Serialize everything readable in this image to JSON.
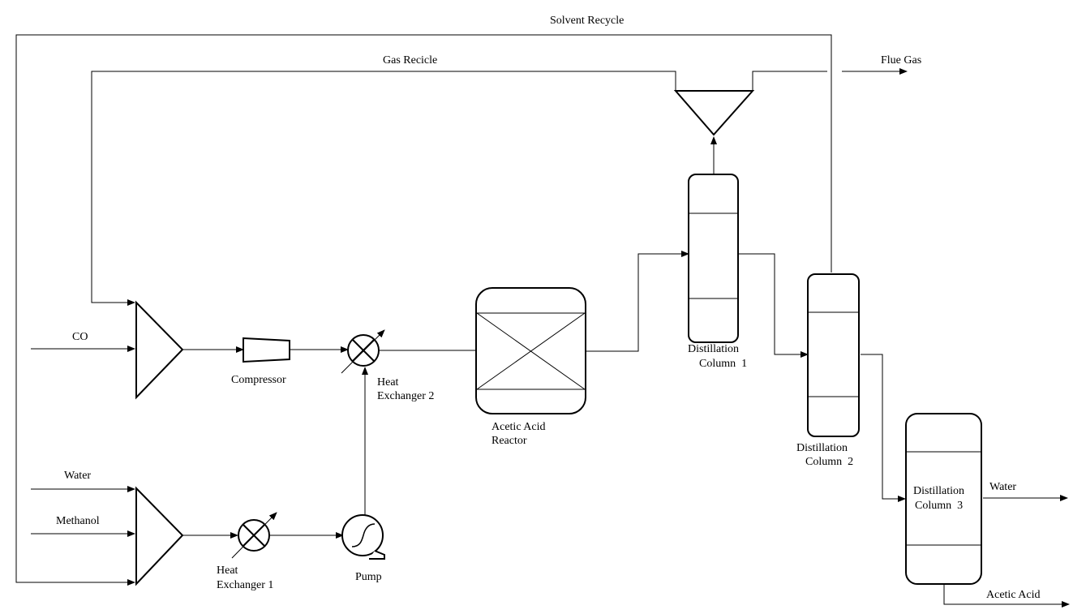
{
  "streams": {
    "solvent_recycle": "Solvent Recycle",
    "gas_recycle": "Gas Recicle",
    "flue_gas": "Flue Gas",
    "co_feed": "CO",
    "water_feed": "Water",
    "methanol_feed": "Methanol",
    "water_product": "Water",
    "acetic_acid_product": "Acetic Acid"
  },
  "equipment": {
    "compressor": "Compressor",
    "heat_exchanger_1": [
      "Heat",
      "Exchanger 1"
    ],
    "heat_exchanger_2": [
      "Heat",
      "Exchanger 2"
    ],
    "pump": "Pump",
    "reactor": [
      "Acetic Acid",
      "Reactor"
    ],
    "distillation_column_1": [
      "Distillation",
      "Column  1"
    ],
    "distillation_column_2": [
      "Distillation",
      "Column  2"
    ],
    "distillation_column_3": [
      "Distillation",
      "Column  3"
    ]
  }
}
